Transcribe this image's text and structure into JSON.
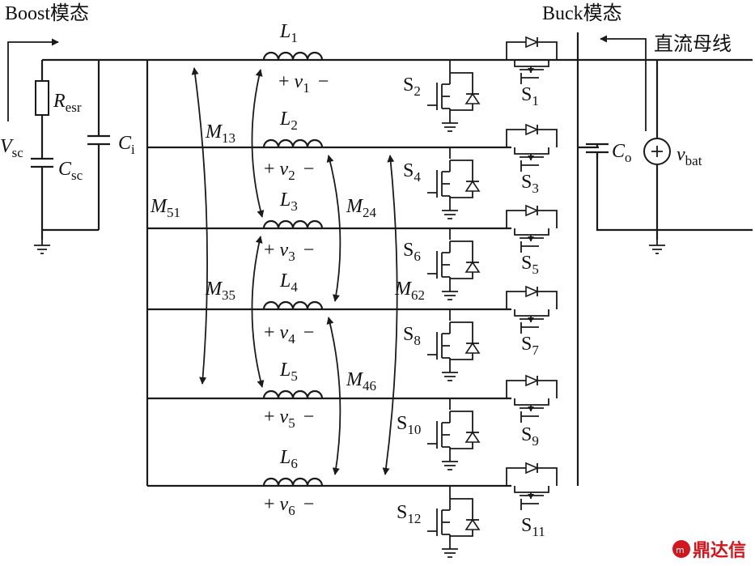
{
  "mode_labels": {
    "boost": "Boost模态",
    "buck": "Buck模态",
    "dc_bus": "直流母线"
  },
  "components": {
    "vsc": {
      "main": "V",
      "sub": "sc"
    },
    "resr": {
      "main": "R",
      "sub": "esr"
    },
    "csc": {
      "main": "C",
      "sub": "sc"
    },
    "ci": {
      "main": "C",
      "sub": "i"
    },
    "co": {
      "main": "C",
      "sub": "o"
    },
    "vbat": {
      "main": "v",
      "sub": "bat"
    }
  },
  "phases": [
    {
      "inductor": {
        "main": "L",
        "sub": "1"
      },
      "voltage": {
        "plus": "+",
        "main": "v",
        "sub": "1",
        "minus": "−"
      },
      "low_switch": {
        "main": "S",
        "sub": "2"
      },
      "high_switch": {
        "main": "S",
        "sub": "1"
      }
    },
    {
      "inductor": {
        "main": "L",
        "sub": "2"
      },
      "voltage": {
        "plus": "+",
        "main": "v",
        "sub": "2",
        "minus": "−"
      },
      "low_switch": {
        "main": "S",
        "sub": "4"
      },
      "high_switch": {
        "main": "S",
        "sub": "3"
      }
    },
    {
      "inductor": {
        "main": "L",
        "sub": "3"
      },
      "voltage": {
        "plus": "+",
        "main": "v",
        "sub": "3",
        "minus": "−"
      },
      "low_switch": {
        "main": "S",
        "sub": "6"
      },
      "high_switch": {
        "main": "S",
        "sub": "5"
      }
    },
    {
      "inductor": {
        "main": "L",
        "sub": "4"
      },
      "voltage": {
        "plus": "+",
        "main": "v",
        "sub": "4",
        "minus": "−"
      },
      "low_switch": {
        "main": "S",
        "sub": "8"
      },
      "high_switch": {
        "main": "S",
        "sub": "7"
      }
    },
    {
      "inductor": {
        "main": "L",
        "sub": "5"
      },
      "voltage": {
        "plus": "+",
        "main": "v",
        "sub": "5",
        "minus": "−"
      },
      "low_switch": {
        "main": "S",
        "sub": "10"
      },
      "high_switch": {
        "main": "S",
        "sub": "9"
      }
    },
    {
      "inductor": {
        "main": "L",
        "sub": "6"
      },
      "voltage": {
        "plus": "+",
        "main": "v",
        "sub": "6",
        "minus": "−"
      },
      "low_switch": {
        "main": "S",
        "sub": "12"
      },
      "high_switch": {
        "main": "S",
        "sub": "11"
      }
    }
  ],
  "mutual_inductances": [
    {
      "id": "m13",
      "main": "M",
      "sub": "13"
    },
    {
      "id": "m51",
      "main": "M",
      "sub": "51"
    },
    {
      "id": "m24",
      "main": "M",
      "sub": "24"
    },
    {
      "id": "m35",
      "main": "M",
      "sub": "35"
    },
    {
      "id": "m62",
      "main": "M",
      "sub": "62"
    },
    {
      "id": "m46",
      "main": "M",
      "sub": "46"
    }
  ],
  "watermark": {
    "text": "鼎达信"
  }
}
